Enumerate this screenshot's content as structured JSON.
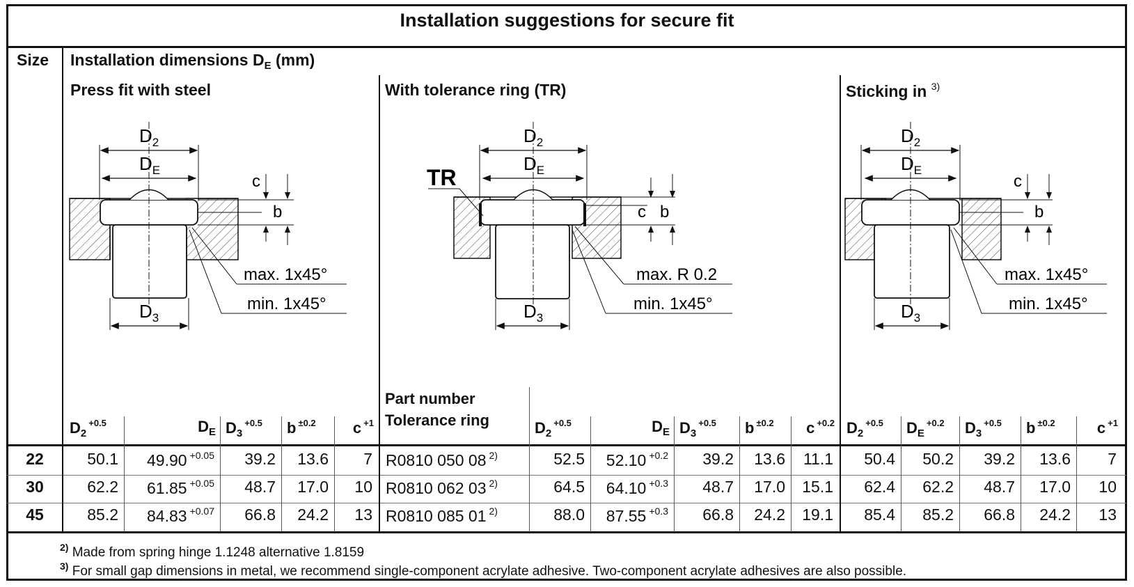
{
  "title": "Installation suggestions for secure fit",
  "size_header": "Size",
  "install_dims": {
    "text": "Installation dimensions D",
    "sub": "E",
    "unit": "(mm)"
  },
  "sections": {
    "press": "Press fit with steel",
    "tolerance": "With tolerance ring (TR)",
    "sticking": "Sticking in",
    "sticking_note": "3)"
  },
  "drawings": {
    "d2": "D",
    "d2_sub": "2",
    "de": "D",
    "de_sub": "E",
    "d3": "D",
    "d3_sub": "3",
    "c": "c",
    "b": "b",
    "tr": "TR",
    "max_chamfer": "max. 1x45°",
    "min_chamfer": "min. 1x45°",
    "max_radius": "max. R 0.2"
  },
  "columns": {
    "press": [
      {
        "base": "D",
        "sub": "2",
        "tol": "+0.5"
      },
      {
        "base": "D",
        "sub": "E",
        "tol": ""
      },
      {
        "base": "D",
        "sub": "3",
        "tol": "+0.5"
      },
      {
        "base": "b",
        "sub": "",
        "tol": "±0.2"
      },
      {
        "base": "c",
        "sub": "",
        "tol": "+1"
      }
    ],
    "part_number": [
      "Part number",
      "Tolerance ring"
    ],
    "tolerance": [
      {
        "base": "D",
        "sub": "2",
        "tol": "+0.5"
      },
      {
        "base": "D",
        "sub": "E",
        "tol": ""
      },
      {
        "base": "D",
        "sub": "3",
        "tol": "+0.5"
      },
      {
        "base": "b",
        "sub": "",
        "tol": "±0.2"
      },
      {
        "base": "c",
        "sub": "",
        "tol": "+0.2"
      }
    ],
    "sticking": [
      {
        "base": "D",
        "sub": "2",
        "tol": "+0.5"
      },
      {
        "base": "D",
        "sub": "E",
        "tol": "+0.2"
      },
      {
        "base": "D",
        "sub": "3",
        "tol": "+0.5"
      },
      {
        "base": "b",
        "sub": "",
        "tol": "±0.2"
      },
      {
        "base": "c",
        "sub": "",
        "tol": "+1"
      }
    ]
  },
  "rows": [
    {
      "size": "22",
      "press": {
        "d2": "50.1",
        "de": "49.90",
        "de_tol": "+0.05",
        "d3": "39.2",
        "b": "13.6",
        "c": "7"
      },
      "part": "R0810 050 08",
      "part_note": "2)",
      "tol": {
        "d2": "52.5",
        "de": "52.10",
        "de_tol": "+0.2",
        "d3": "39.2",
        "b": "13.6",
        "c": "11.1"
      },
      "stick": {
        "d2": "50.4",
        "de": "50.2",
        "d3": "39.2",
        "b": "13.6",
        "c": "7"
      }
    },
    {
      "size": "30",
      "press": {
        "d2": "62.2",
        "de": "61.85",
        "de_tol": "+0.05",
        "d3": "48.7",
        "b": "17.0",
        "c": "10"
      },
      "part": "R0810 062 03",
      "part_note": "2)",
      "tol": {
        "d2": "64.5",
        "de": "64.10",
        "de_tol": "+0.3",
        "d3": "48.7",
        "b": "17.0",
        "c": "15.1"
      },
      "stick": {
        "d2": "62.4",
        "de": "62.2",
        "d3": "48.7",
        "b": "17.0",
        "c": "10"
      }
    },
    {
      "size": "45",
      "press": {
        "d2": "85.2",
        "de": "84.83",
        "de_tol": "+0.07",
        "d3": "66.8",
        "b": "24.2",
        "c": "13"
      },
      "part": "R0810 085 01",
      "part_note": "2)",
      "tol": {
        "d2": "88.0",
        "de": "87.55",
        "de_tol": "+0.3",
        "d3": "66.8",
        "b": "24.2",
        "c": "19.1"
      },
      "stick": {
        "d2": "85.4",
        "de": "85.2",
        "d3": "66.8",
        "b": "24.2",
        "c": "13"
      }
    }
  ],
  "footnotes": [
    {
      "mark": "2)",
      "text": "Made from spring hinge 1.1248 alternative 1.8159"
    },
    {
      "mark": "3)",
      "text": "For small gap dimensions in metal, we recommend single-component acrylate adhesive. Two-component acrylate adhesives are also possible."
    }
  ]
}
